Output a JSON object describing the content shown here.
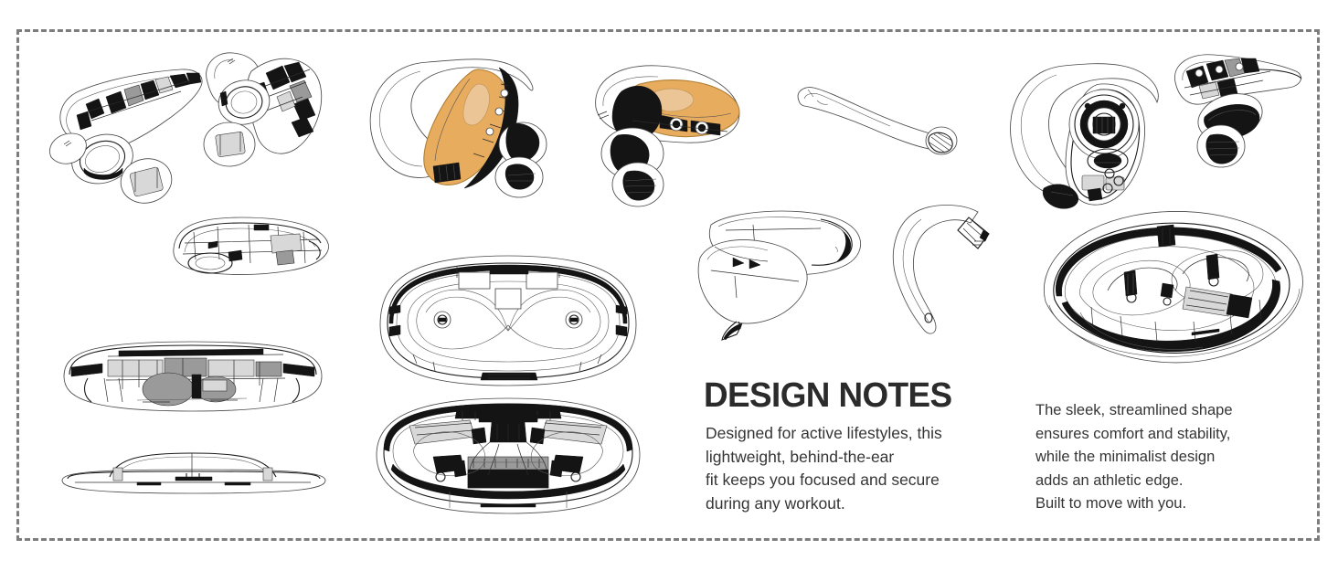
{
  "board": {
    "frame_style": "dashed",
    "frame_color": "#7d7d7d",
    "background_color": "#ffffff",
    "accent_color": "#e8ac5e",
    "ink_color": "#1b1b1b",
    "text_color": "#353535",
    "heading_color": "#2b2b2b"
  },
  "notes": {
    "heading": "DESIGN NOTES",
    "body_lines": [
      "Designed for active lifestyles, this",
      "lightweight, behind-the-ear",
      "fit keeps you focused and secure",
      "during any workout."
    ]
  },
  "side_notes": {
    "body_lines": [
      "The sleek, streamlined shape",
      "ensures comfort and stability,",
      "while the minimalist design",
      "adds an athletic edge.",
      "Built to move with you."
    ]
  },
  "sketches": [
    {
      "id": "earbud-xray-left-a",
      "label": "earbud internal x-ray view, left angle"
    },
    {
      "id": "earbud-xray-left-b",
      "label": "earbud internal x-ray view, driver facing"
    },
    {
      "id": "case-iso-wireframe",
      "label": "charging case isometric wireframe"
    },
    {
      "id": "case-section-internals",
      "label": "charging case cross section with internals"
    },
    {
      "id": "case-closed-profile",
      "label": "charging case closed side profile"
    },
    {
      "id": "earbud-orange-hook",
      "label": "earbud with orange shell and ear hook"
    },
    {
      "id": "earbud-orange-angled",
      "label": "earbud with orange shell, angled view"
    },
    {
      "id": "stem-arm-profile",
      "label": "earbud stem arm profile"
    },
    {
      "id": "earhook-band-iso",
      "label": "ear hook band isometric"
    },
    {
      "id": "earhook-profile",
      "label": "ear hook profile with grip texture"
    },
    {
      "id": "earbud-xray-right-a",
      "label": "earbud x-ray with driver coil, right"
    },
    {
      "id": "earbud-xray-right-b",
      "label": "earbud x-ray compact, right"
    },
    {
      "id": "case-open-iso-right",
      "label": "charging case open isometric, right"
    }
  ]
}
